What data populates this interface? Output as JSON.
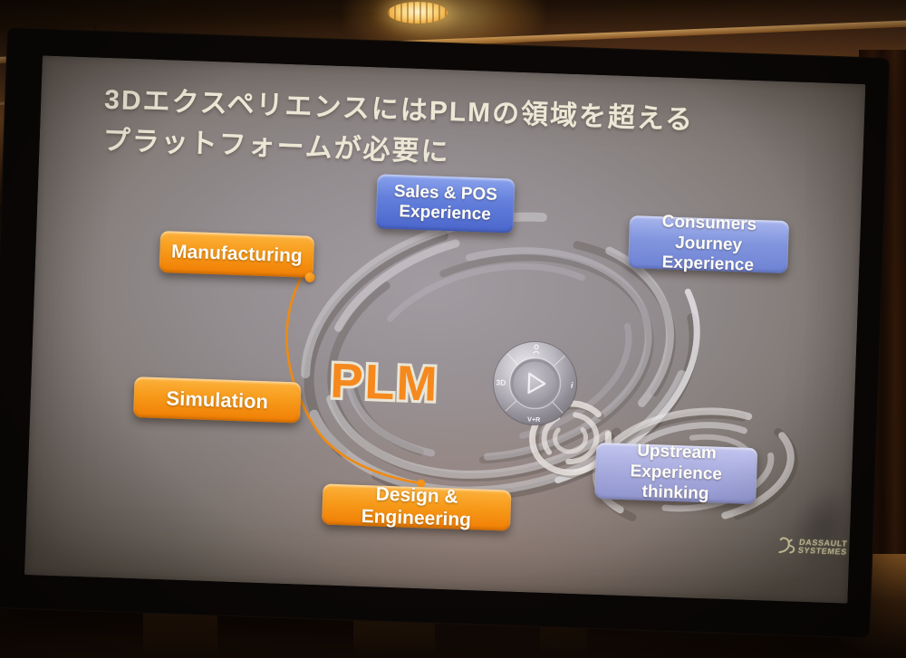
{
  "slide": {
    "title_line1": "3DエクスペリエンスにはPLMの領域を超える",
    "title_line2": "プラットフォームが必要に",
    "plm_label": "PLM",
    "boxes": {
      "sales_pos_line1": "Sales & POS",
      "sales_pos_line2": "Experience",
      "consumers_line1": "Consumers Journey",
      "consumers_line2": "Experience",
      "manufacturing": "Manufacturing",
      "simulation": "Simulation",
      "design_engineering": "Design & Engineering",
      "upstream_line1": "Upstream Experience",
      "upstream_line2": "thinking"
    },
    "compass": {
      "west": "3D",
      "east": "i",
      "south": "V+R"
    },
    "logo": {
      "line1": "DASSAULT",
      "line2": "SYSTEMES"
    },
    "colors": {
      "orange_accent": "#f5891d",
      "blue_box": "#5b76d6",
      "periwinkle_box": "#8095dc",
      "lavender_box": "#a3a7da",
      "title_text": "#ebe7d5"
    }
  }
}
